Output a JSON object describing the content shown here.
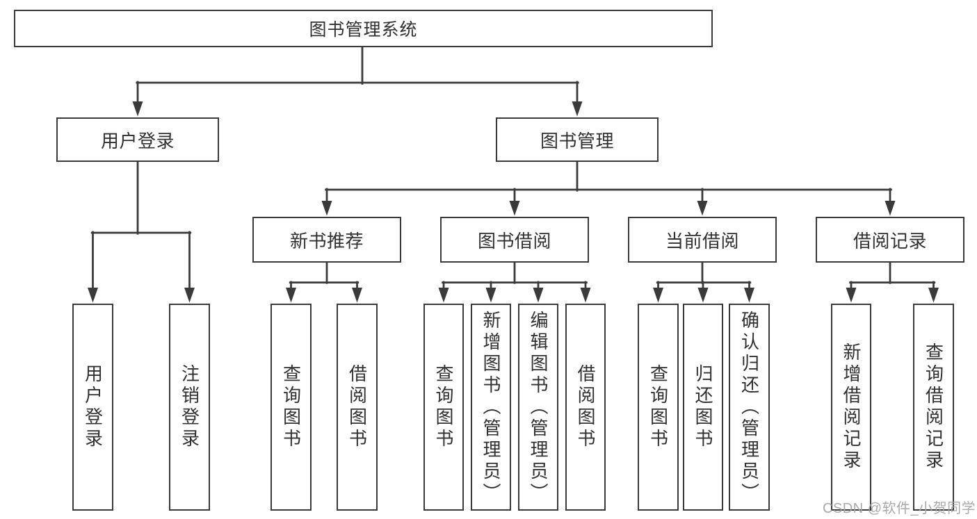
{
  "colors": {
    "line": "#3a3a3a",
    "box_border": "#3a3a3a",
    "text": "#303030",
    "watermark": "#a5a5a5",
    "background": "#ffffff"
  },
  "diagram": {
    "root": {
      "label": "图书管理系统"
    },
    "branches": [
      {
        "label": "用户登录",
        "children": [
          {
            "label": "用户登录"
          },
          {
            "label": "注销登录"
          }
        ]
      },
      {
        "label": "图书管理",
        "children": [
          {
            "label": "新书推荐",
            "children": [
              {
                "label": "查询图书"
              },
              {
                "label": "借阅图书"
              }
            ]
          },
          {
            "label": "图书借阅",
            "children": [
              {
                "label": "查询图书"
              },
              {
                "label": "新增图书（管理员）"
              },
              {
                "label": "编辑图书（管理员）"
              },
              {
                "label": "借阅图书"
              }
            ]
          },
          {
            "label": "当前借阅",
            "children": [
              {
                "label": "查询图书"
              },
              {
                "label": "归还图书"
              },
              {
                "label": "确认归还（管理员）"
              }
            ]
          },
          {
            "label": "借阅记录",
            "children": [
              {
                "label": "新增借阅记录"
              },
              {
                "label": "查询借阅记录"
              }
            ]
          }
        ]
      }
    ]
  },
  "watermark": {
    "text": "CSDN @软件_小贺同学"
  }
}
